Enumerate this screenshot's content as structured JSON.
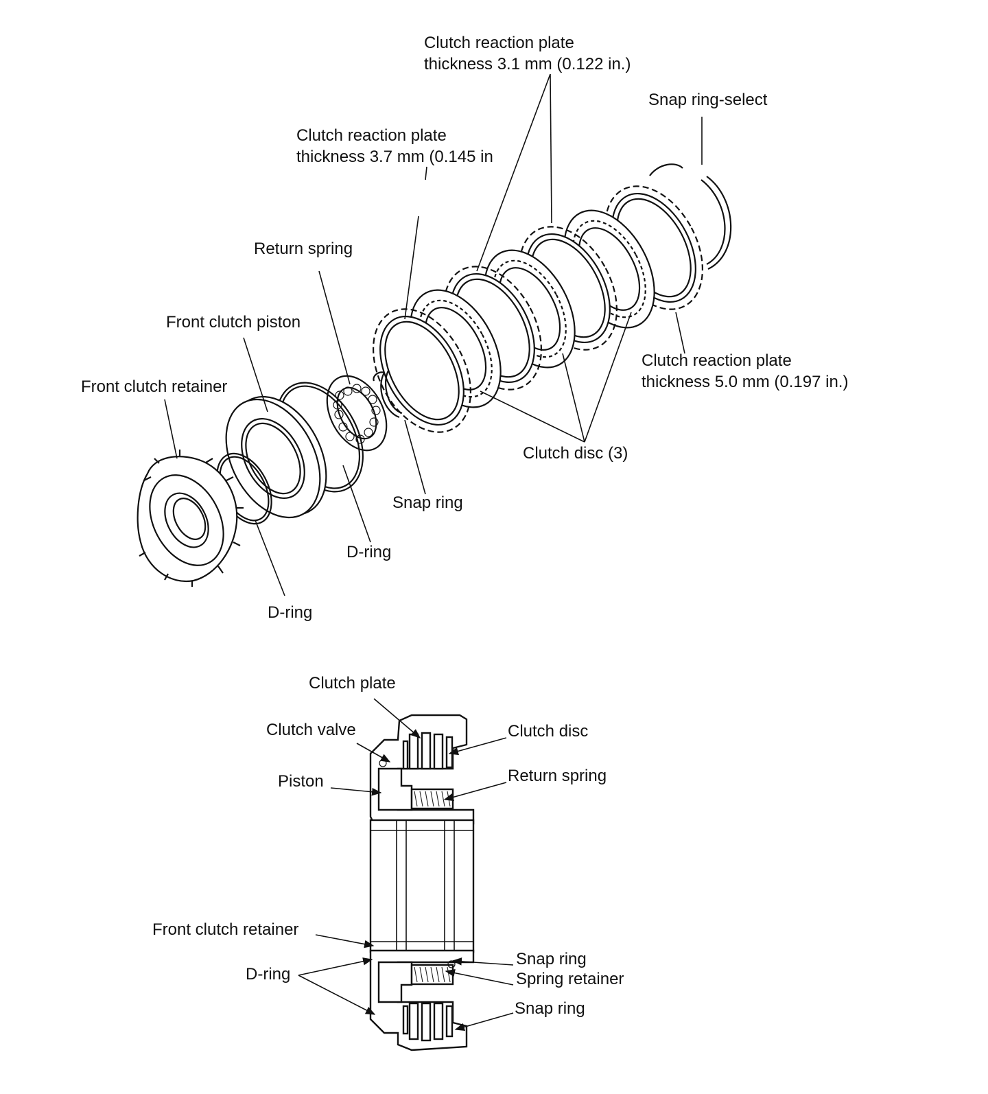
{
  "exploded_view": {
    "labels": {
      "plate_31_line1": "Clutch reaction plate",
      "plate_31_line2": "thickness 3.1 mm (0.122 in.)",
      "snap_ring_select": "Snap ring-select",
      "plate_37_line1": "Clutch reaction plate",
      "plate_37_line2": "thickness 3.7 mm (0.145 in",
      "return_spring": "Return spring",
      "front_clutch_piston": "Front clutch piston",
      "front_clutch_retainer": "Front clutch retainer",
      "plate_50_line1": "Clutch reaction plate",
      "plate_50_line2": "thickness 5.0 mm (0.197 in.)",
      "clutch_disc_3": "Clutch disc (3)",
      "snap_ring": "Snap ring",
      "d_ring_inner": "D-ring",
      "d_ring_outer": "D-ring"
    }
  },
  "section_view": {
    "labels": {
      "clutch_plate": "Clutch plate",
      "clutch_valve": "Clutch valve",
      "clutch_disc": "Clutch disc",
      "piston": "Piston",
      "return_spring": "Return spring",
      "front_clutch_retainer": "Front clutch retainer",
      "d_ring": "D-ring",
      "snap_ring_upper": "Snap ring",
      "spring_retainer": "Spring retainer",
      "snap_ring_lower": "Snap ring"
    }
  }
}
